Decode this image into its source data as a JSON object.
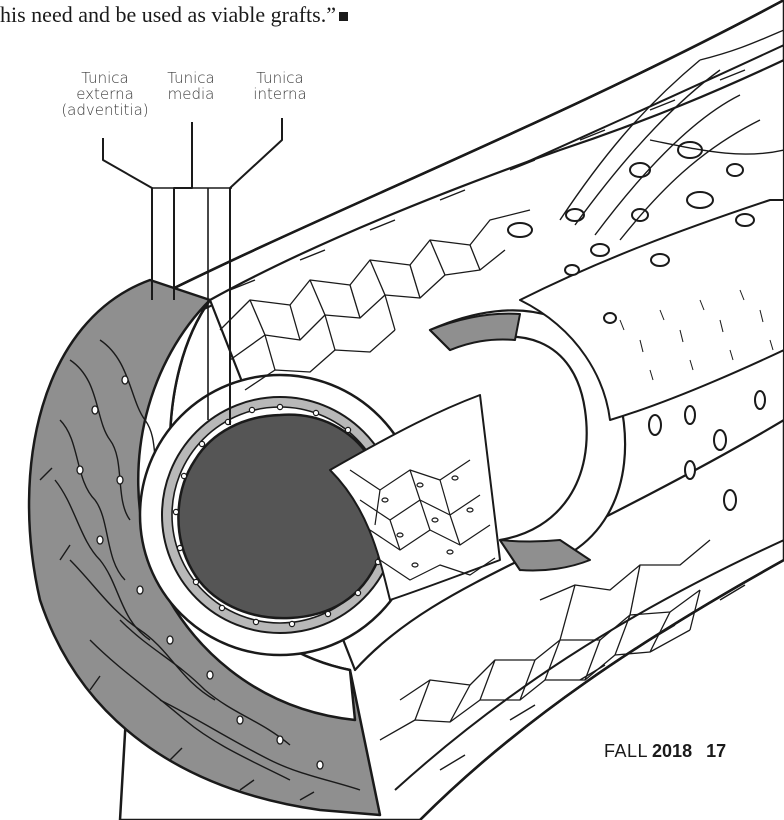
{
  "article": {
    "top_text": "his need and be used as viable grafts.”"
  },
  "labels": {
    "externa": [
      "Tunica",
      "externa",
      "(adventitia)"
    ],
    "media": [
      "Tunica",
      "media"
    ],
    "interna": [
      "Tunica",
      "interna"
    ]
  },
  "footer": {
    "season": "FALL",
    "year": "2018",
    "page_number": "17"
  },
  "colors": {
    "outer_layer": "#8f8f8f",
    "lumen": "#555555",
    "line": "#1a1a1a",
    "white": "#ffffff"
  }
}
